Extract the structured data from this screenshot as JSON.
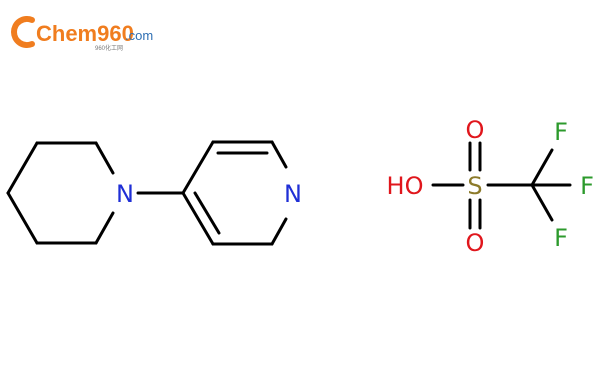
{
  "logo": {
    "brand": "Chem960",
    "tld": ".com",
    "subtitle": "960化工网",
    "color": "#f07d1f",
    "tld_color": "#2f6fb3"
  },
  "molecule_1": {
    "label": "1-(pyridin-4-yl)piperidine",
    "atoms": {
      "n_piperidine": "N",
      "n_pyridine": "N"
    },
    "colors": {
      "nitrogen": "#1f2fd6",
      "bond": "#000000"
    }
  },
  "molecule_2": {
    "label": "trifluoromethanesulfonic acid",
    "atoms": {
      "hydroxyl": "HO",
      "sulfur": "S",
      "oxygen_top": "O",
      "oxygen_bottom": "O",
      "fluorine_top": "F",
      "fluorine_right": "F",
      "fluorine_bottom": "F"
    },
    "colors": {
      "oxygen": "#e0161c",
      "sulfur": "#8c7a2a",
      "fluorine": "#2c9a2c",
      "bond": "#000000"
    }
  }
}
